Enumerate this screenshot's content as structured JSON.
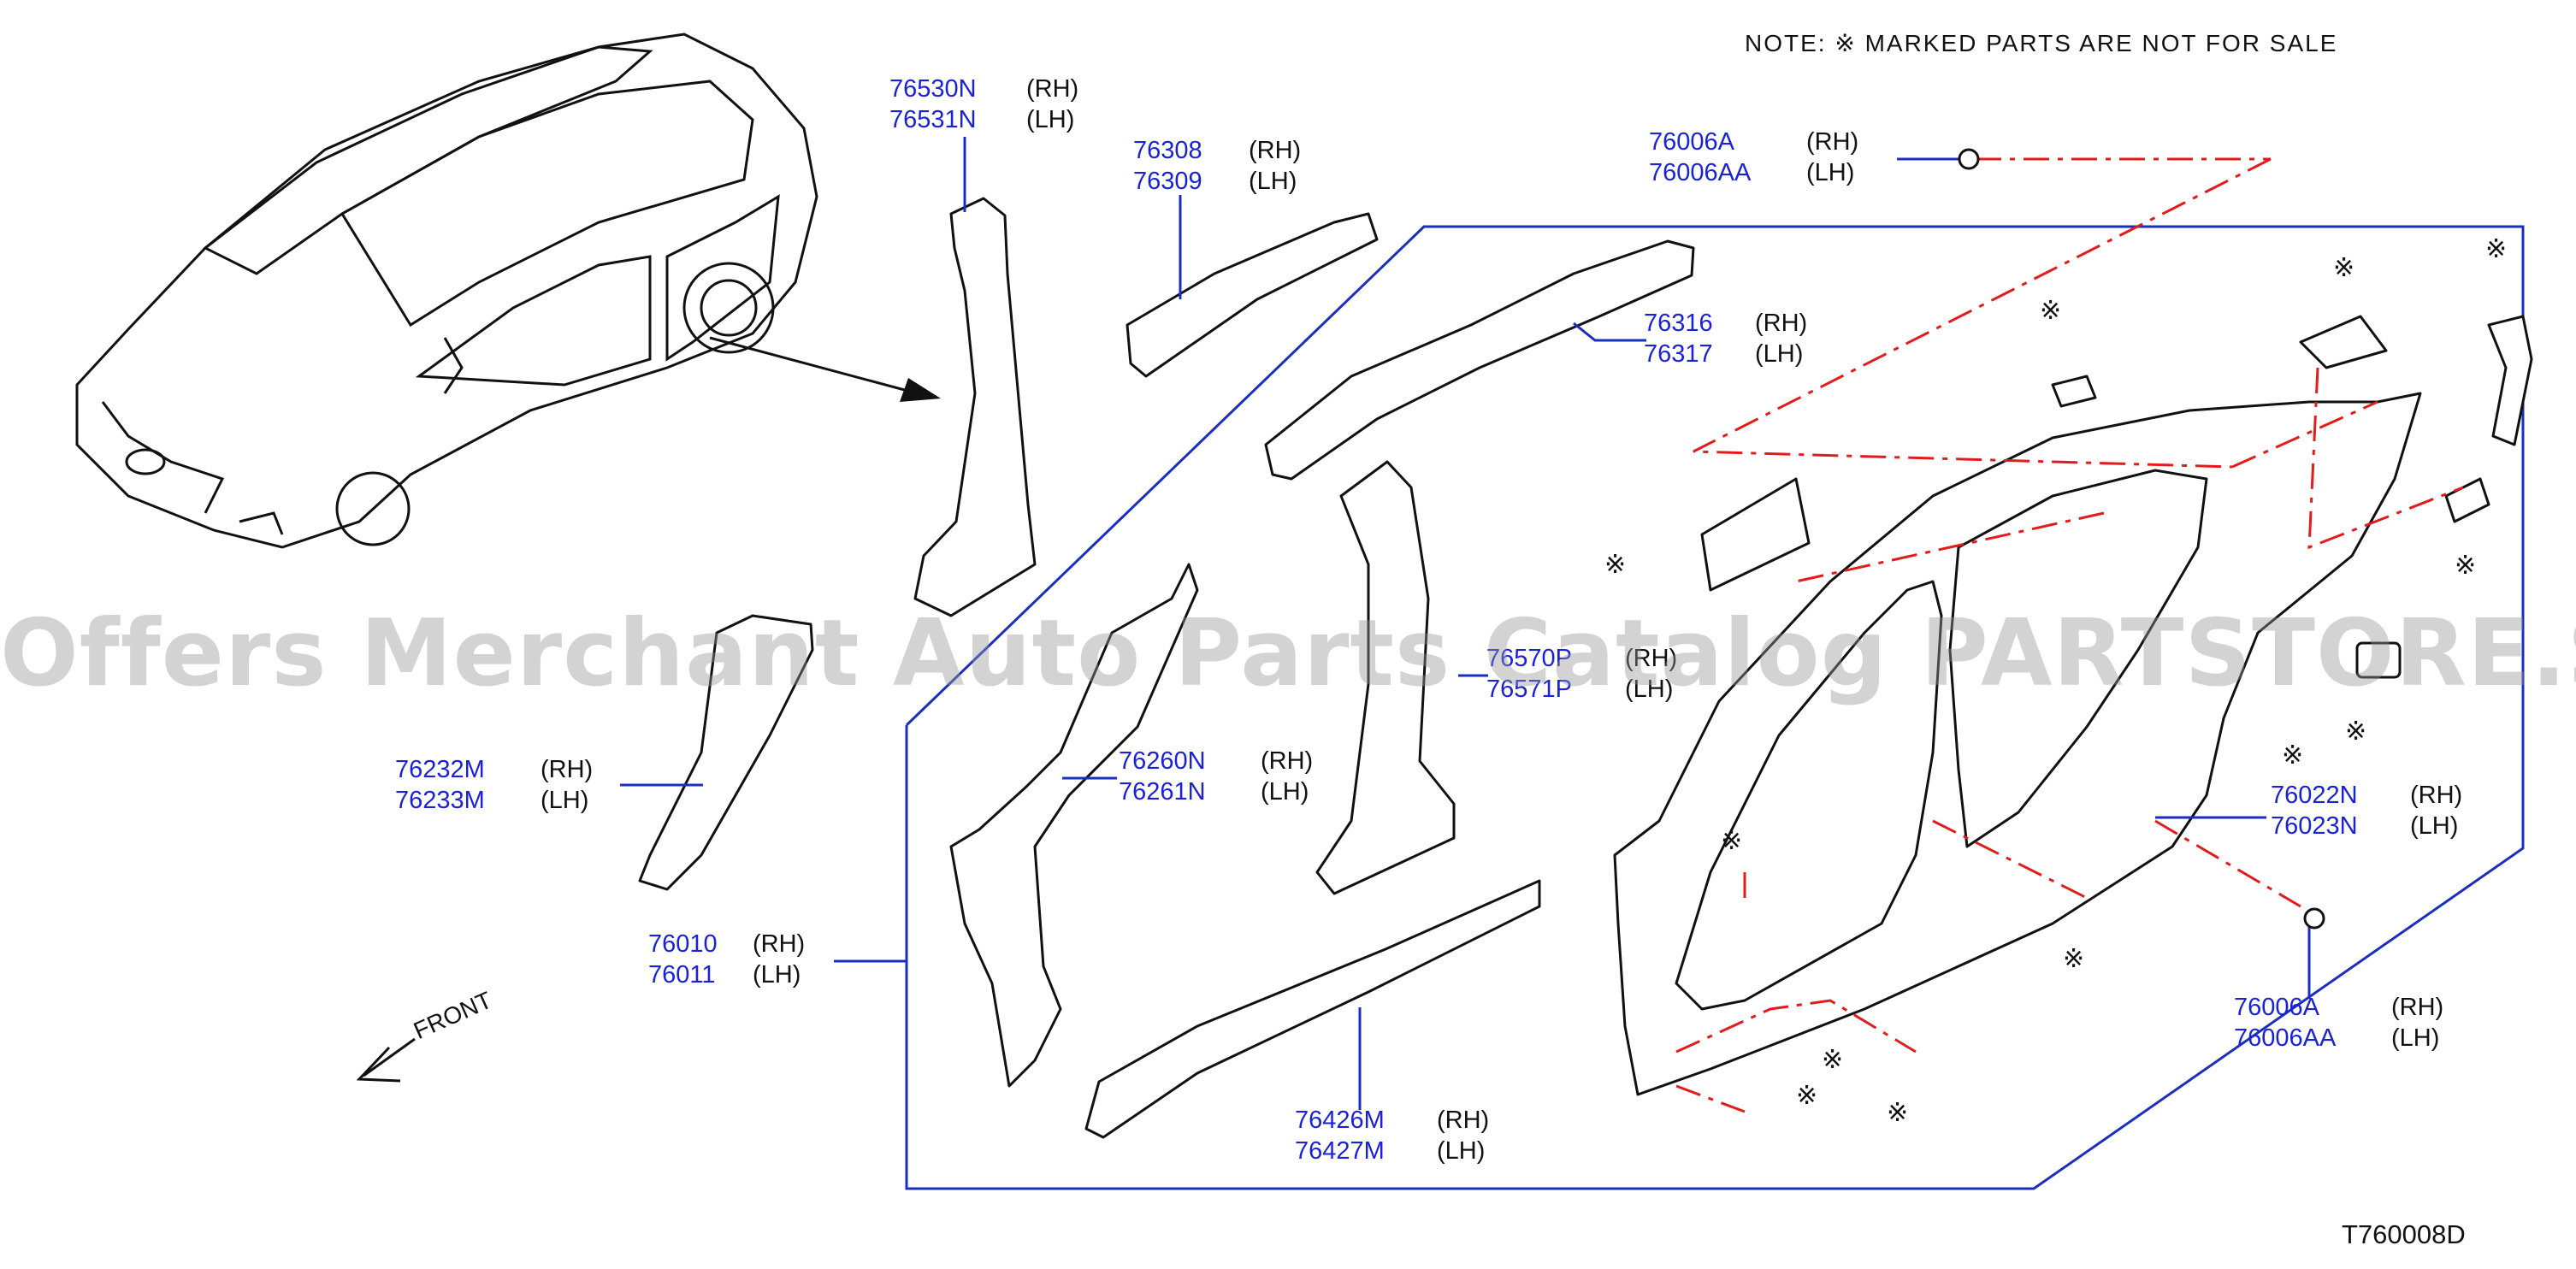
{
  "note": "NOTE:  ※ MARKED  PARTS  ARE  NOT  FOR  SALE",
  "diagram_code": "T760008D",
  "watermark": "Offers Merchant Auto Parts Catalog PARTSTORE.SA",
  "front_label": "FRONT",
  "not_for_sale_symbol": "※",
  "colors": {
    "part_number": "#1a22d8",
    "leader_line": "#1a2fbf",
    "dash_line": "#e31b1b",
    "outline": "#111111",
    "watermark": "#969696"
  },
  "parts": [
    {
      "id": "p76530",
      "numbers": [
        "76530N",
        "76531N"
      ],
      "sides": [
        "(RH)",
        "(LH)"
      ]
    },
    {
      "id": "p76308",
      "numbers": [
        "76308",
        "76309"
      ],
      "sides": [
        "(RH)",
        "(LH)"
      ]
    },
    {
      "id": "p76006top",
      "numbers": [
        "76006A",
        "76006AA"
      ],
      "sides": [
        "(RH)",
        "(LH)"
      ]
    },
    {
      "id": "p76316",
      "numbers": [
        "76316",
        "76317"
      ],
      "sides": [
        "(RH)",
        "(LH)"
      ]
    },
    {
      "id": "p76570",
      "numbers": [
        "76570P",
        "76571P"
      ],
      "sides": [
        "(RH)",
        "(LH)"
      ]
    },
    {
      "id": "p76232",
      "numbers": [
        "76232M",
        "76233M"
      ],
      "sides": [
        "(RH)",
        "(LH)"
      ]
    },
    {
      "id": "p76260",
      "numbers": [
        "76260N",
        "76261N"
      ],
      "sides": [
        "(RH)",
        "(LH)"
      ]
    },
    {
      "id": "p76022",
      "numbers": [
        "76022N",
        "76023N"
      ],
      "sides": [
        "(RH)",
        "(LH)"
      ]
    },
    {
      "id": "p76010",
      "numbers": [
        "76010",
        "76011"
      ],
      "sides": [
        "(RH)",
        "(LH)"
      ]
    },
    {
      "id": "p76006bot",
      "numbers": [
        "76006A",
        "76006AA"
      ],
      "sides": [
        "(RH)",
        "(LH)"
      ]
    },
    {
      "id": "p76426",
      "numbers": [
        "76426M",
        "76427M"
      ],
      "sides": [
        "(RH)",
        "(LH)"
      ]
    }
  ]
}
